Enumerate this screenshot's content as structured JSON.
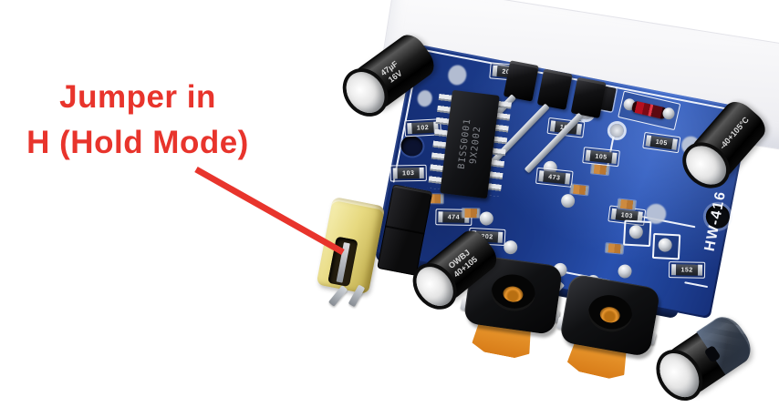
{
  "annotation": {
    "line1": "Jumper in",
    "line2": "H (Hold Mode)"
  },
  "board": {
    "silkscreen_model": "HW-416",
    "ic": {
      "line1": "BISS0001",
      "line2": "9X2002"
    },
    "cap_47uf": {
      "line1": "47µF",
      "line2": "16V"
    },
    "cap_right": {
      "label": "-40+105°C"
    },
    "cap_bottom_left": {
      "line1": "OWBJ",
      "line2": "40+105"
    },
    "plus_mark": "+",
    "resistor_codes": [
      "201",
      "102",
      "103",
      "105",
      "105",
      "473",
      "474",
      "202",
      "103",
      "152",
      "105"
    ],
    "colors": {
      "pcb_blue": "#1d3f96",
      "annotation_red": "#e8342c",
      "jumper_yellow": "#e9dd7d",
      "trimpot_orange": "#e8962e",
      "silkscreen_white": "#ffffff"
    }
  }
}
